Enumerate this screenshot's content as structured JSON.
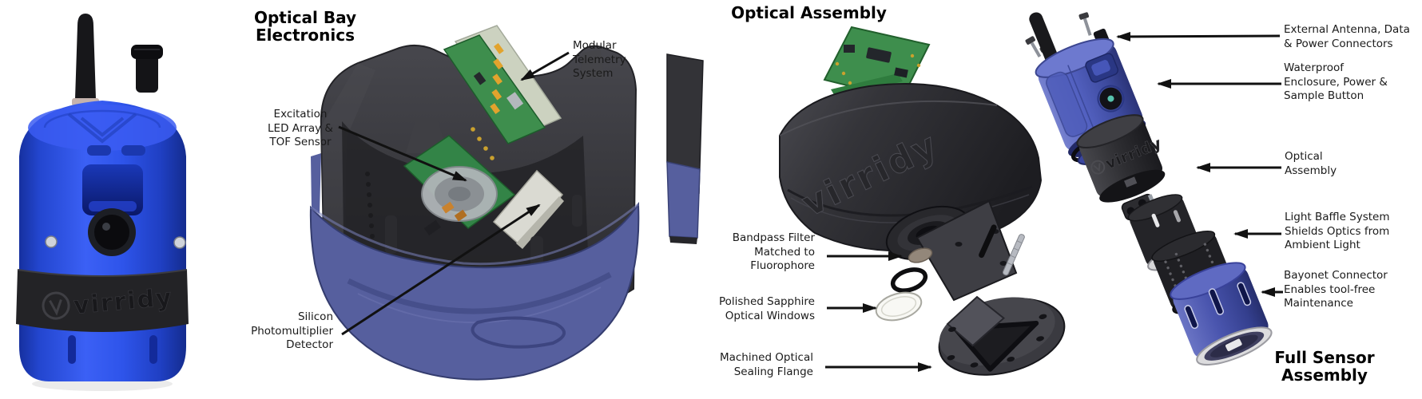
{
  "brand": {
    "wordmark": "virridy"
  },
  "sections": {
    "optical_bay": {
      "title": "Optical Bay\nElectronics",
      "labels": {
        "modular_telemetry": "Modular\nTelemetry\nSystem",
        "excitation_led": "Excitation\nLED Array &\nTOF Sensor",
        "silicon_detector": "Silicon\nPhotomultiplier\nDetector"
      }
    },
    "optical_assembly": {
      "title": "Optical Assembly",
      "labels": {
        "bandpass_filter": "Bandpass Filter\nMatched to\nFluorophore",
        "sapphire_windows": "Polished Sapphire\nOptical Windows",
        "sealing_flange": "Machined Optical\nSealing Flange"
      }
    },
    "full_assembly": {
      "title": "Full Sensor\nAssembly",
      "labels": {
        "external_antenna": "External Antenna, Data\n& Power Connectors",
        "waterproof_enclosure": "Waterproof\nEnclosure, Power &\nSample Button",
        "optical_assembly": "Optical\nAssembly",
        "light_baffle": "Light Baffle System\nShields Optics from\nAmbient Light",
        "bayonet_connector": "Bayonet Connector\nEnables tool-free\nMaintenance"
      }
    }
  },
  "colors": {
    "photo_blue": "#2d52e8",
    "render_blue": "#565f9e",
    "enclosure_blue": "#5462c2",
    "bayonet_blue": "#4a55ae",
    "pcb_green": "#3e8e4d",
    "housing_dark": "#2e2e31",
    "arrow_color": "#111111",
    "label_text": "#1a1a1a"
  }
}
